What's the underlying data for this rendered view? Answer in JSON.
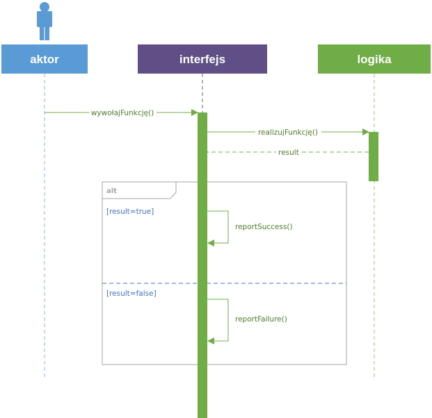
{
  "participants": [
    {
      "id": "aktor",
      "label": "aktor",
      "color": "#5b9bd5"
    },
    {
      "id": "interfejs",
      "label": "interfejs",
      "color": "#5f4f86"
    },
    {
      "id": "logika",
      "label": "logika",
      "color": "#70ad47"
    }
  ],
  "messages": {
    "m1": "wywołajFunkcję()",
    "m2": "realizujFunkcję()",
    "m3": "result",
    "m4": "reportSuccess()",
    "m5": "reportFailure()"
  },
  "fragment": {
    "operator": "alt",
    "guards": [
      "[result=true]",
      "[result=false]"
    ]
  },
  "colors": {
    "actor_icon": "#5b9bd5",
    "green": "#70ad47",
    "green_text": "#4f7f2a",
    "guard_blue": "#4472c4",
    "frame_gray": "#a6a6a6"
  }
}
